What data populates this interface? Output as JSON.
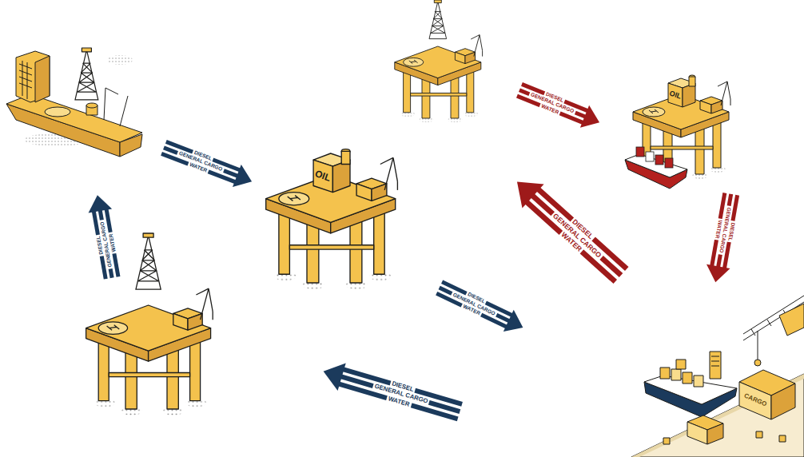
{
  "diagram": {
    "labels": [
      "DIESEL",
      "GENERAL CARGO",
      "WATER",
      "DIESEL",
      "GENERAL CARGO",
      "WATER",
      "DIESEL",
      "GENERAL CARGO",
      "WATER",
      "DIESEL",
      "GENERAL CARGO",
      "WATER",
      "DIESEL",
      "GENERAL CARGO",
      "WATER",
      "DIESEL",
      "GENERAL CARGO",
      "WATER",
      "DIESEL",
      "GENERAL CARGO",
      "WATER",
      "OIL",
      "OIL",
      "CARGO"
    ]
  }
}
